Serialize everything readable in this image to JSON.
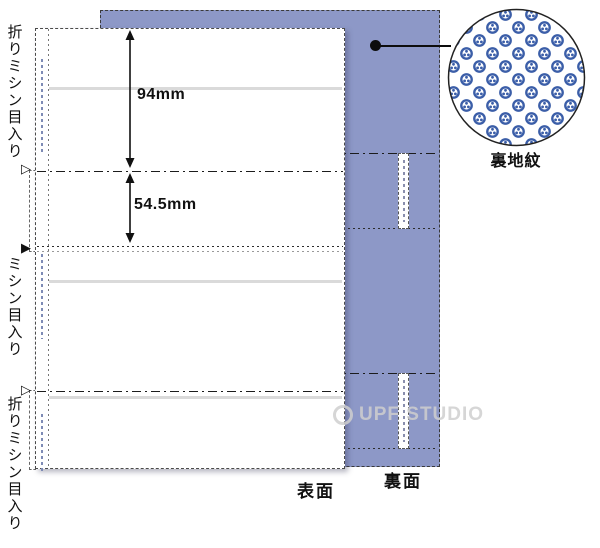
{
  "diagram": {
    "front_sheet_label": "表面",
    "back_sheet_label": "裏面",
    "pattern_caption": "裏地紋",
    "watermark": "UPF STUDIO"
  },
  "dimensions": {
    "section1": "94mm",
    "section2": "54.5mm"
  },
  "annotations": [
    {
      "marker": "▷",
      "text": "折りミシン目入り"
    },
    {
      "marker": "▶",
      "text": "ミシン目入り"
    },
    {
      "marker": "▷",
      "text": "折りミシン目入り"
    }
  ],
  "colors": {
    "back_sheet": "#8d98c7",
    "pattern_blue": "#3b5ea8",
    "sheet_white": "#ffffff"
  }
}
